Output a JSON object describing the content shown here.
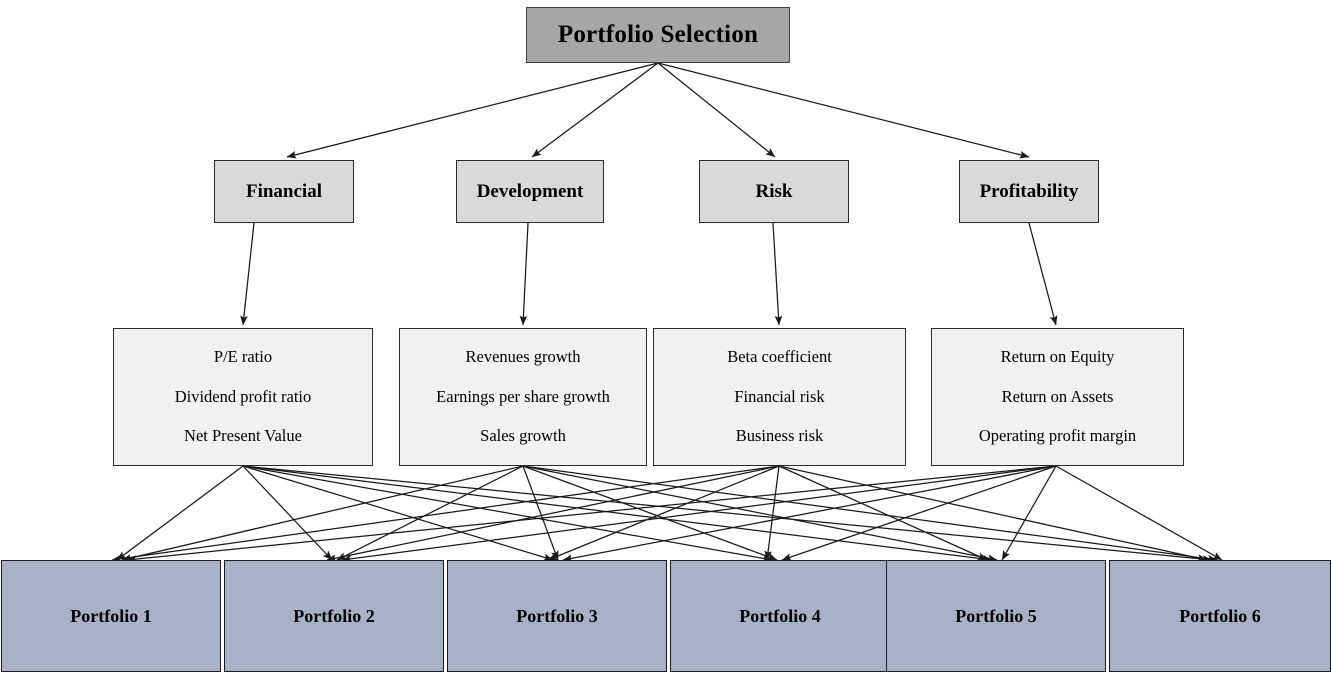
{
  "diagram": {
    "title": "Portfolio Selection",
    "type": "hierarchy-tree",
    "colors": {
      "goal_fill": "#a6a6a6",
      "criterion_fill": "#d9d9d9",
      "subcriteria_fill": "#f1f1f1",
      "alternative_fill": "#a7b2c8",
      "edge_stroke": "#1a1a1a",
      "border": "#2b2b2b"
    },
    "goal": {
      "label": "Portfolio Selection"
    },
    "criteria": [
      {
        "label": "Financial"
      },
      {
        "label": "Development"
      },
      {
        "label": "Risk"
      },
      {
        "label": "Profitability"
      }
    ],
    "subcriteria_groups": [
      {
        "parent": "Financial",
        "items": [
          "P/E ratio",
          "Dividend profit ratio",
          "Net Present Value"
        ]
      },
      {
        "parent": "Development",
        "items": [
          "Revenues growth",
          "Earnings per share growth",
          "Sales growth"
        ]
      },
      {
        "parent": "Risk",
        "items": [
          "Beta coefficient",
          "Financial risk",
          "Business risk"
        ]
      },
      {
        "parent": "Profitability",
        "items": [
          "Return on Equity",
          "Return on Assets",
          "Operating profit margin"
        ]
      }
    ],
    "alternatives": [
      {
        "label": "Portfolio 1"
      },
      {
        "label": "Portfolio 2"
      },
      {
        "label": "Portfolio 3"
      },
      {
        "label": "Portfolio 4"
      },
      {
        "label": "Portfolio 5"
      },
      {
        "label": "Portfolio 6"
      }
    ]
  }
}
